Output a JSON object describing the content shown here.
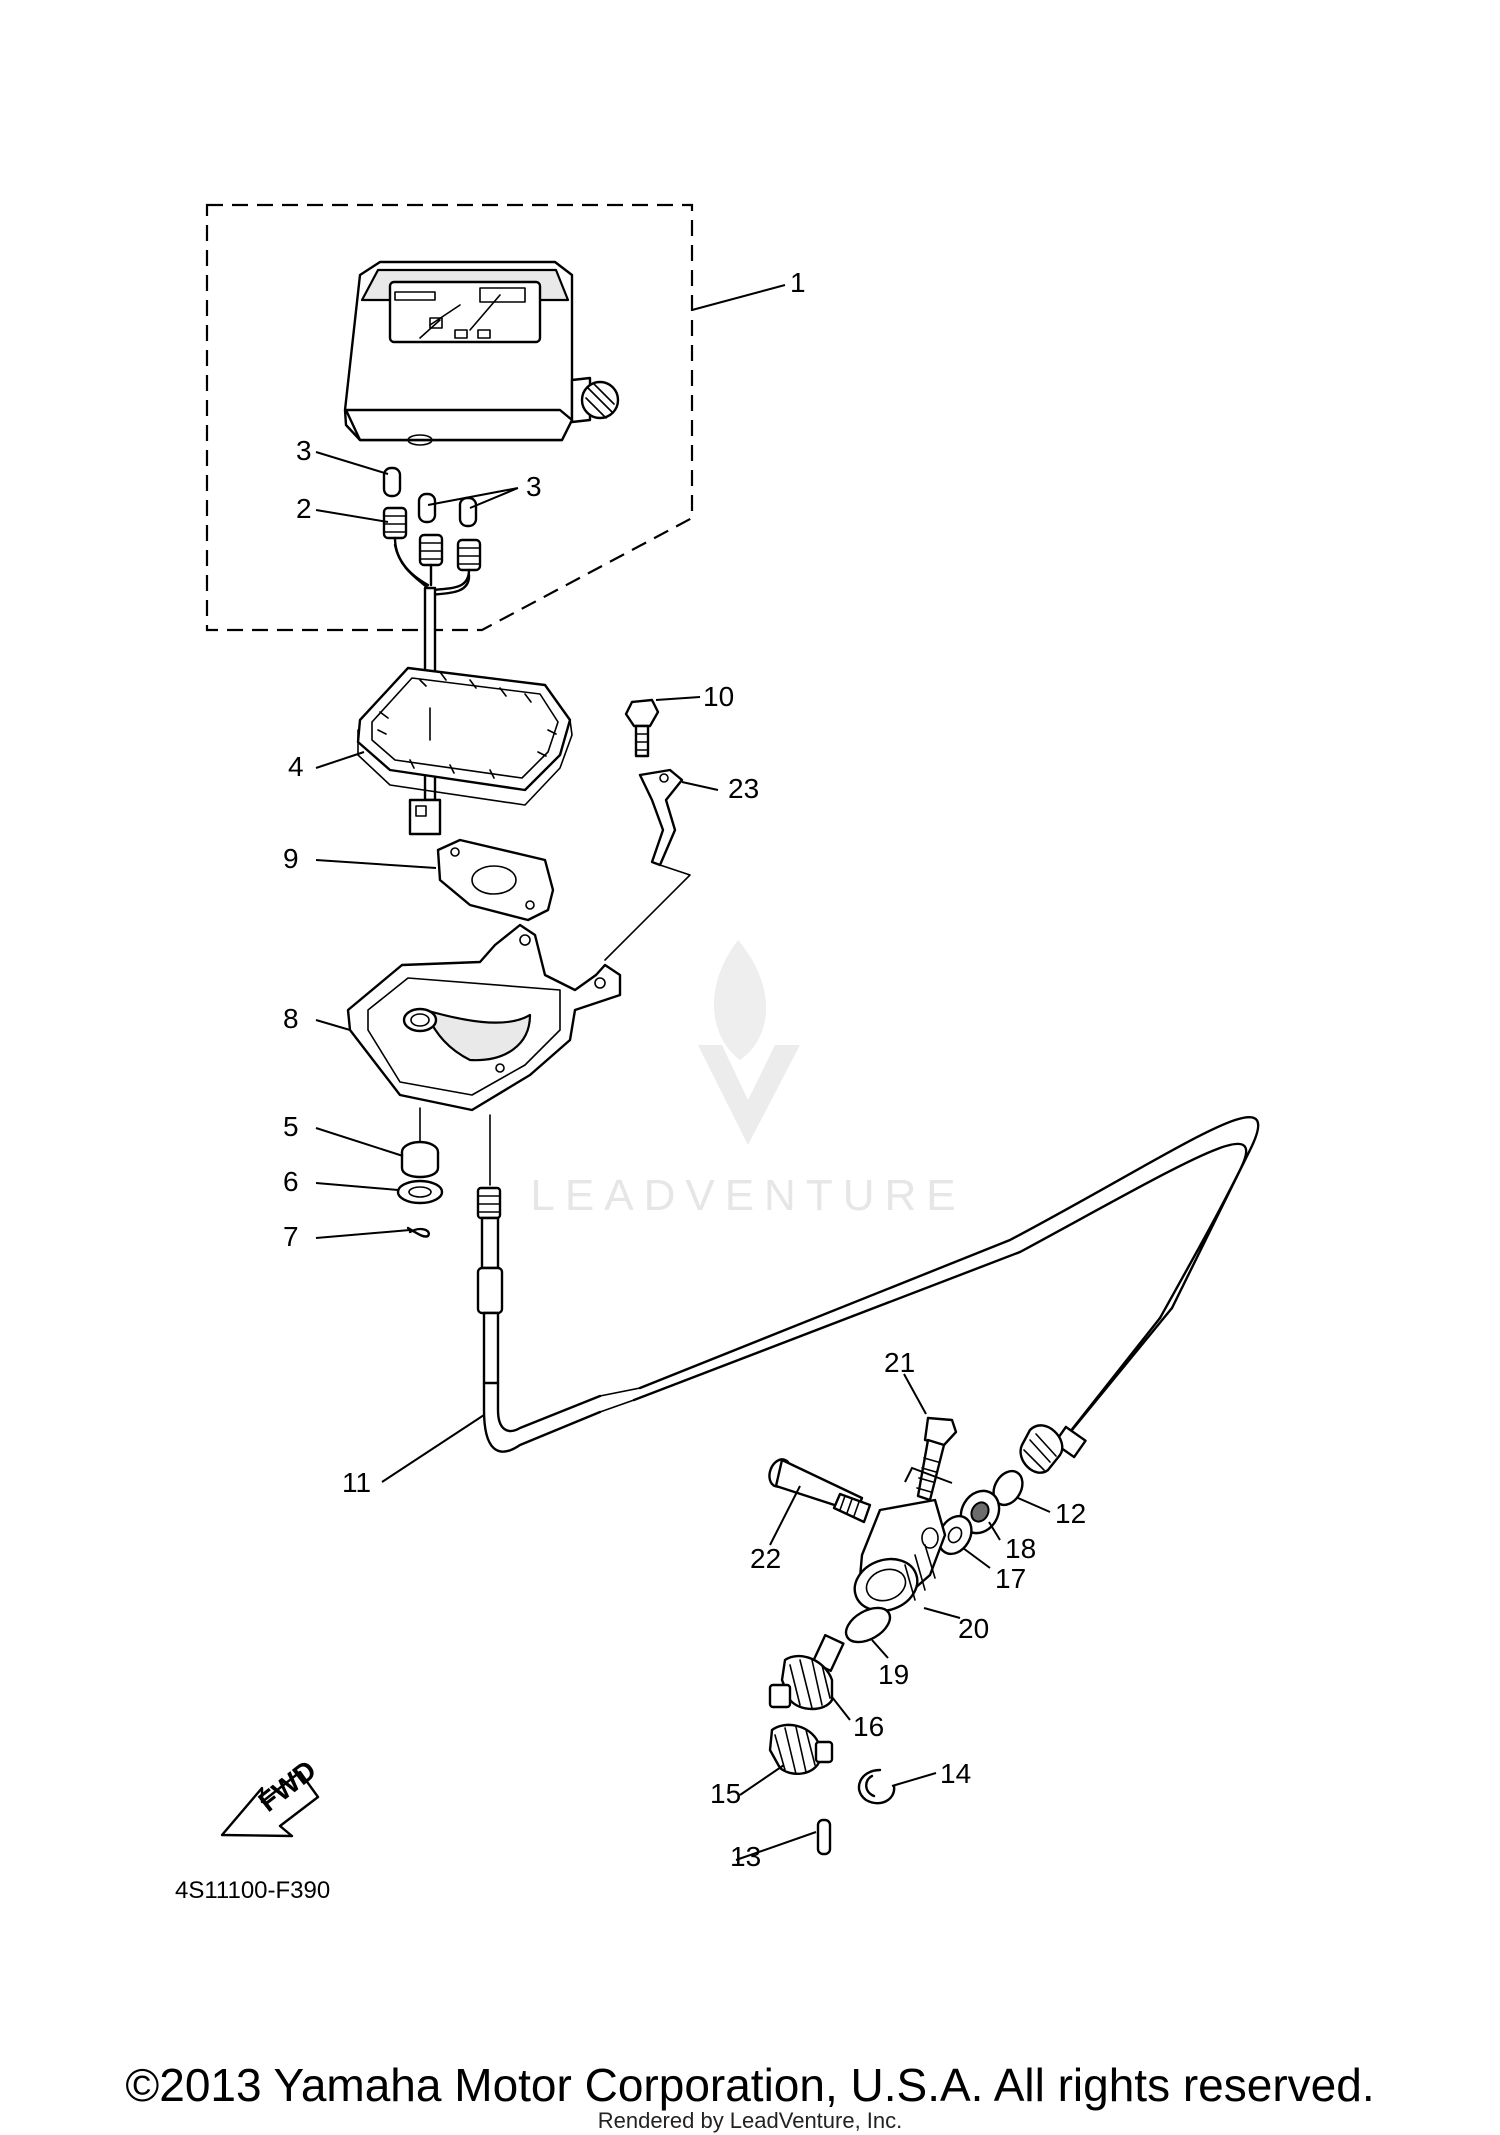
{
  "diagram_code": "4S11100-F390",
  "fwd_label": "FWD",
  "watermark_text": "LEADVENTURE",
  "copyright": "©2013 Yamaha Motor Corporation, U.S.A. All rights reserved.",
  "rendered_by": "Rendered by LeadVenture, Inc.",
  "callouts": {
    "c1": "1",
    "c2": "2",
    "c3a": "3",
    "c3b": "3",
    "c4": "4",
    "c5": "5",
    "c6": "6",
    "c7": "7",
    "c8": "8",
    "c9": "9",
    "c10": "10",
    "c11": "11",
    "c12": "12",
    "c13": "13",
    "c14": "14",
    "c15": "15",
    "c16": "16",
    "c17": "17",
    "c18": "18",
    "c19": "19",
    "c20": "20",
    "c21": "21",
    "c22": "22",
    "c23": "23"
  }
}
